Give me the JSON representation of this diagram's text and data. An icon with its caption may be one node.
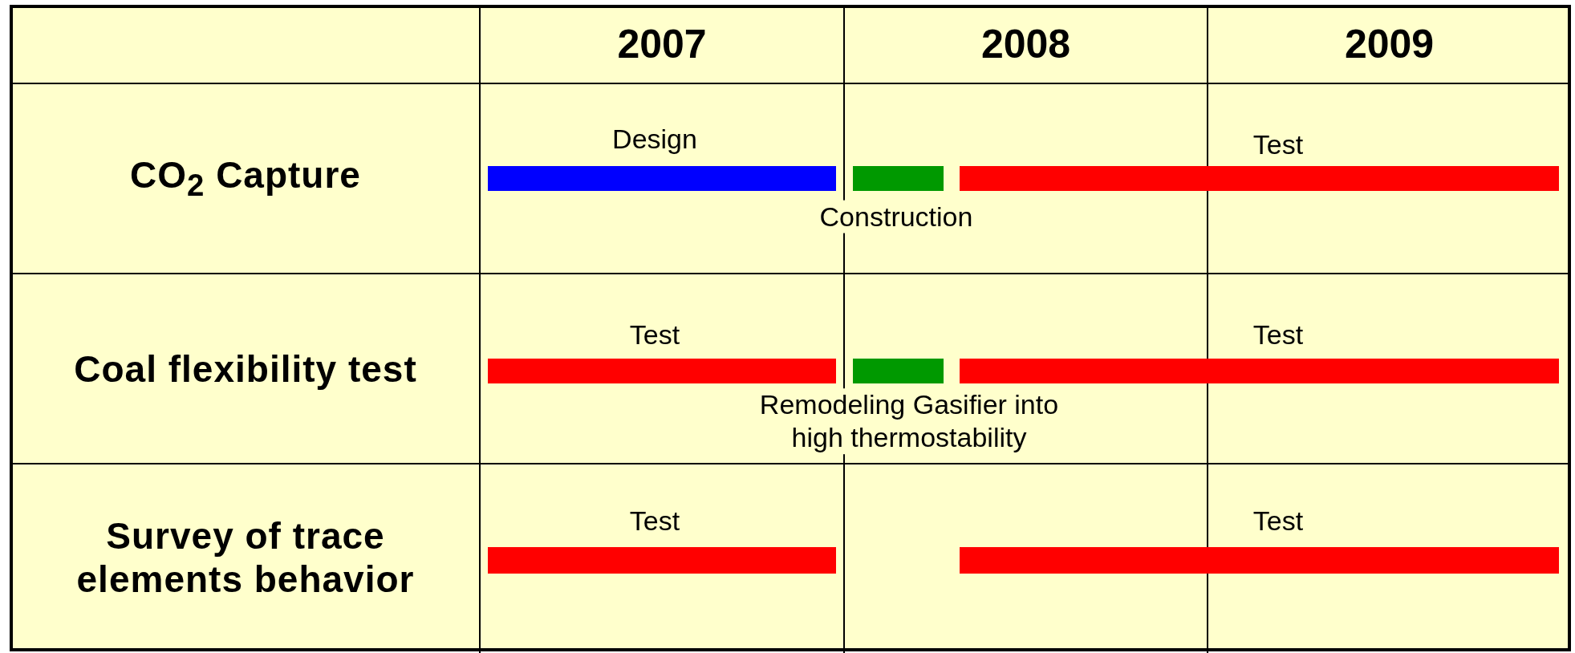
{
  "diagram": {
    "nodes": [
      {
        "text": [],
        "shape": "bar",
        "beside": [
          "Design"
        ]
      },
      {
        "text": [],
        "shape": "bar",
        "beside": [
          "Construction"
        ]
      },
      {
        "text": [],
        "shape": "bar",
        "beside": [
          "Test"
        ]
      },
      {
        "text": [],
        "shape": "bar",
        "beside": [
          "Test"
        ]
      },
      {
        "text": [],
        "shape": "bar",
        "beside": [
          "Remodeling Gasifier into high thermostability"
        ]
      },
      {
        "text": [],
        "shape": "bar",
        "beside": [
          "Test"
        ]
      },
      {
        "text": [],
        "shape": "bar",
        "beside": [
          "Test"
        ]
      },
      {
        "text": [],
        "shape": "bar",
        "beside": [
          "Test"
        ]
      }
    ],
    "labels": [
      "2007",
      "2008",
      "2009",
      "CO$_{2}$ Capture",
      "Coal flexibility test",
      "Survey of trace elements behavior"
    ]
  }
}
